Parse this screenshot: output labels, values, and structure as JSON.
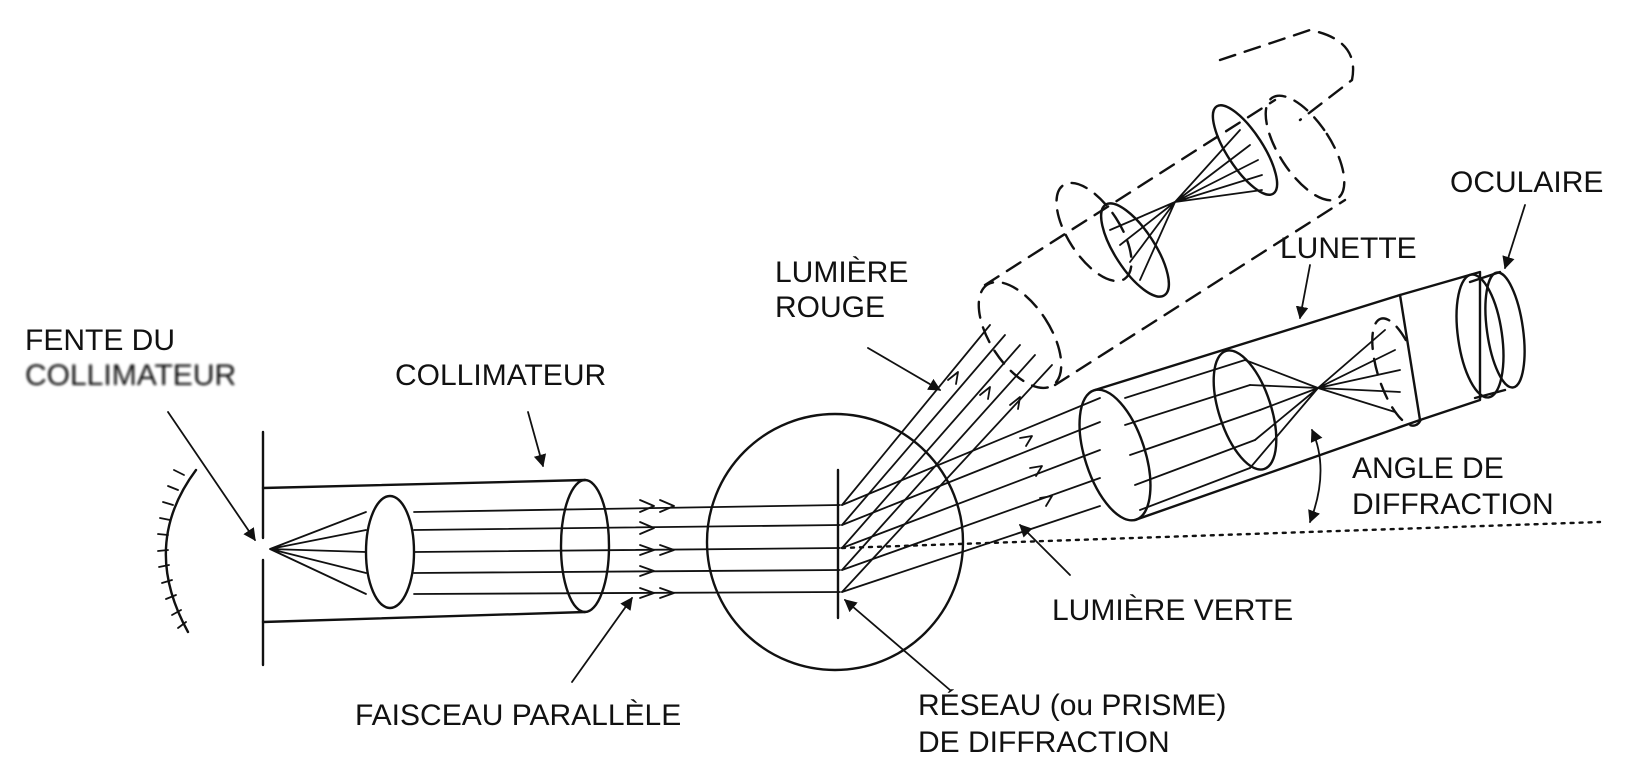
{
  "diagram": {
    "labels": {
      "fente_line1": "FENTE DU",
      "fente_line2": "COLLIMATEUR",
      "collimateur": "COLLIMATEUR",
      "faisceau": "FAISCEAU PARALLÈLE",
      "lumiere_rouge_line1": "LUMIÈRE",
      "lumiere_rouge_line2": "ROUGE",
      "lunette": "LUNETTE",
      "oculaire": "OCULAIRE",
      "angle_line1": "ANGLE DE",
      "angle_line2": "DIFFRACTION",
      "lumiere_verte": "LUMIÈRE VERTE",
      "reseau_line1": "RÉSEAU (ou PRISME)",
      "reseau_line2": "DE DIFFRACTION"
    },
    "colors": {
      "ink": "#111111",
      "background": "#ffffff"
    }
  }
}
